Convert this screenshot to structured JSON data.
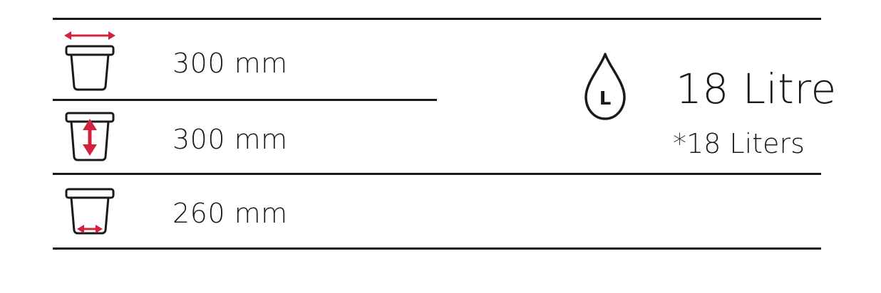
{
  "dimensions": {
    "rows": [
      {
        "icon": "container-width-icon",
        "value": "300 mm"
      },
      {
        "icon": "container-height-icon",
        "value": "300 mm"
      },
      {
        "icon": "container-base-icon",
        "value": "260 mm"
      }
    ]
  },
  "volume": {
    "icon": "droplet-litre-icon",
    "icon_letter": "L",
    "main": "18 Litre",
    "sub": "*18 Liters"
  },
  "colors": {
    "line": "#1a1a1a",
    "accent": "#d4213d"
  }
}
